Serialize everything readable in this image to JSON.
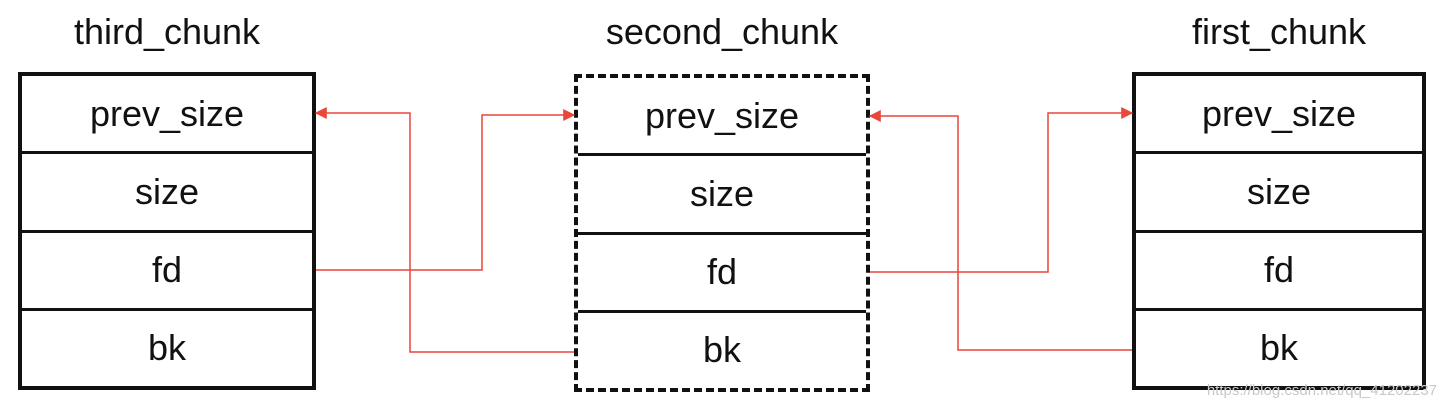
{
  "chunks": [
    {
      "title": "third_chunk",
      "fields": [
        "prev_size",
        "size",
        "fd",
        "bk"
      ],
      "border": "solid"
    },
    {
      "title": "second_chunk",
      "fields": [
        "prev_size",
        "size",
        "fd",
        "bk"
      ],
      "border": "dashed"
    },
    {
      "title": "first_chunk",
      "fields": [
        "prev_size",
        "size",
        "fd",
        "bk"
      ],
      "border": "solid"
    }
  ],
  "colors": {
    "box_border": "#111111",
    "link_line": "#e8473a"
  },
  "watermark": "https://blog.csdn.net/qq_41202237"
}
